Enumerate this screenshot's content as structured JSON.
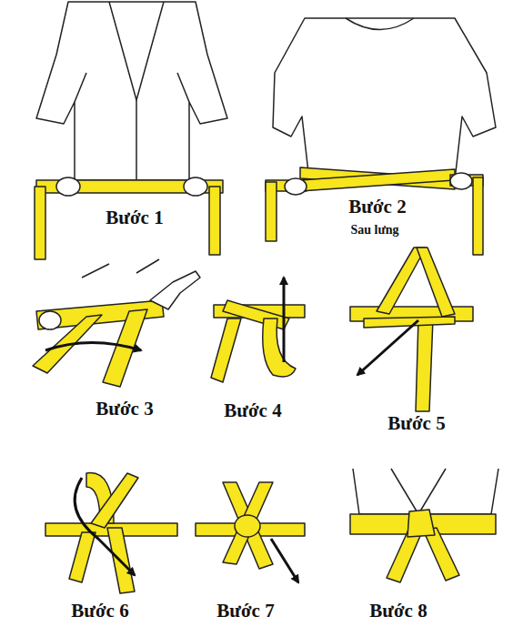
{
  "diagram": {
    "labels": [
      "Bước 1",
      "Bước 2",
      "Sau lưng",
      "Bước 3",
      "Bước 4",
      "Bước 5",
      "Bước 6",
      "Bước 7",
      "Bước 8"
    ]
  }
}
